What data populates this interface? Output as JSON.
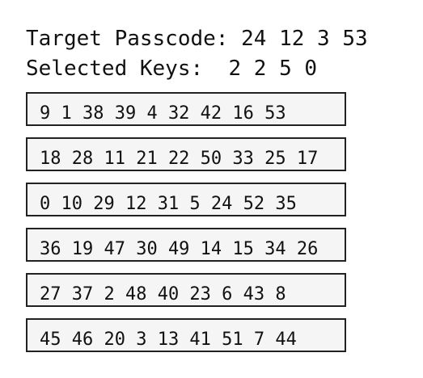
{
  "header": {
    "target_label": "Target Passcode:",
    "target_value": "24 12 3 53",
    "selected_label": "Selected Keys:",
    "selected_value": "2 2 5 0"
  },
  "rows": [
    {
      "keys": "9 1 38 39 4 32 42 16 53"
    },
    {
      "keys": "18 28 11 21 22 50 33 25 17"
    },
    {
      "keys": "0 10 29 12 31 5 24 52 35"
    },
    {
      "keys": "36 19 47 30 49 14 15 34 26"
    },
    {
      "keys": "27 37 2 48 40 23 6 43 8"
    },
    {
      "keys": "45 46 20 3 13 41 51 7 44"
    }
  ]
}
